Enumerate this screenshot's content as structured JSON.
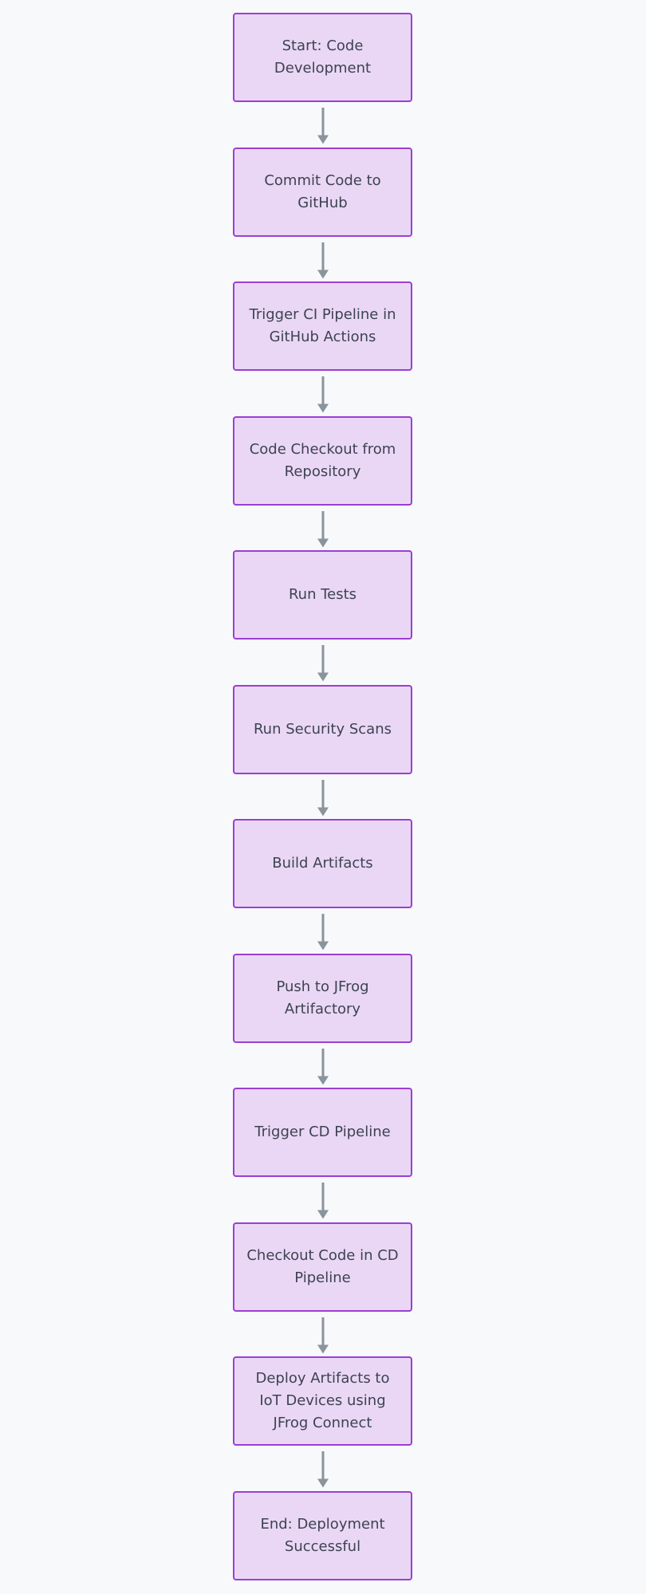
{
  "diagram": {
    "type": "flowchart",
    "direction": "top-to-bottom",
    "colors": {
      "background": "#f8f9fb",
      "node_fill": "#ead7f6",
      "node_border": "#9b3fd1",
      "node_text": "#3d4350",
      "arrow": "#8a949c"
    },
    "nodes": [
      {
        "id": "start",
        "label": "Start: Code Development"
      },
      {
        "id": "commit",
        "label": "Commit Code to GitHub"
      },
      {
        "id": "trigger-ci",
        "label": "Trigger CI Pipeline in GitHub Actions"
      },
      {
        "id": "checkout",
        "label": "Code Checkout from Repository"
      },
      {
        "id": "tests",
        "label": "Run Tests"
      },
      {
        "id": "security",
        "label": "Run Security Scans"
      },
      {
        "id": "build",
        "label": "Build Artifacts"
      },
      {
        "id": "push",
        "label": "Push to JFrog Artifactory"
      },
      {
        "id": "trigger-cd",
        "label": "Trigger CD Pipeline"
      },
      {
        "id": "checkout-cd",
        "label": "Checkout Code in CD Pipeline"
      },
      {
        "id": "deploy",
        "label": "Deploy Artifacts to IoT Devices using JFrog Connect"
      },
      {
        "id": "end",
        "label": "End: Deployment Successful"
      }
    ],
    "edges": [
      {
        "from": "start",
        "to": "commit"
      },
      {
        "from": "commit",
        "to": "trigger-ci"
      },
      {
        "from": "trigger-ci",
        "to": "checkout"
      },
      {
        "from": "checkout",
        "to": "tests"
      },
      {
        "from": "tests",
        "to": "security"
      },
      {
        "from": "security",
        "to": "build"
      },
      {
        "from": "build",
        "to": "push"
      },
      {
        "from": "push",
        "to": "trigger-cd"
      },
      {
        "from": "trigger-cd",
        "to": "checkout-cd"
      },
      {
        "from": "checkout-cd",
        "to": "deploy"
      },
      {
        "from": "deploy",
        "to": "end"
      }
    ]
  }
}
